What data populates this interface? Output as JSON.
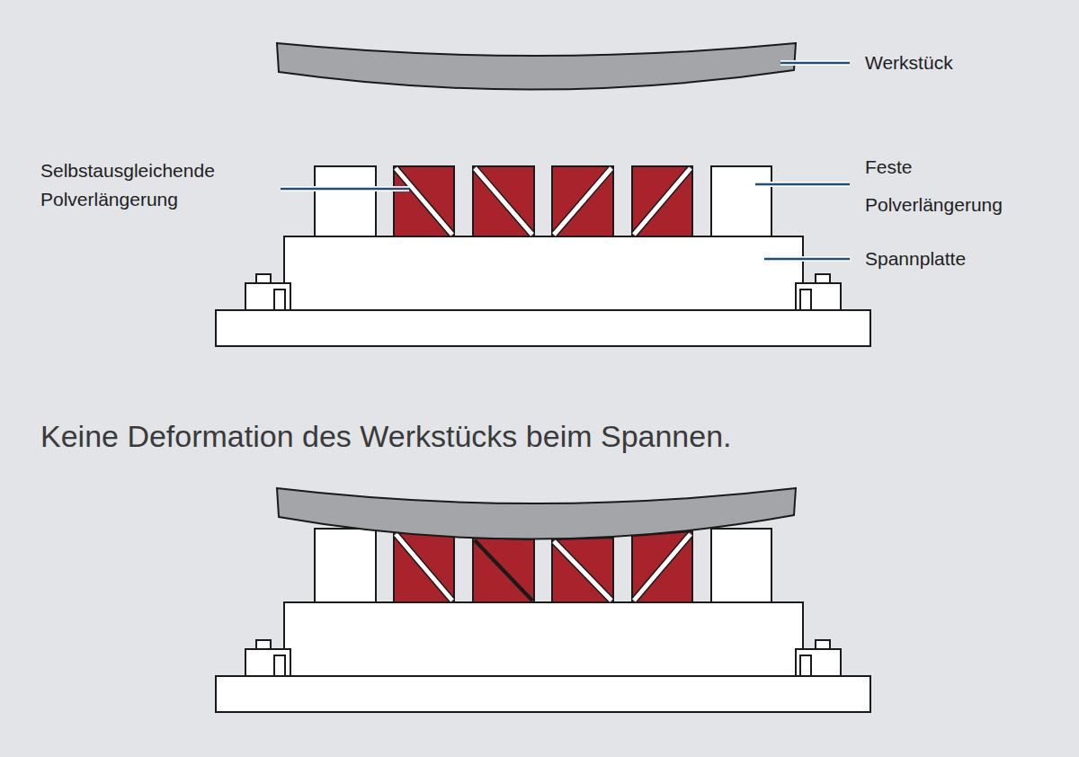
{
  "diagram": {
    "caption": "Keine Deformation des Werkstücks beim Spannen.",
    "labels": [
      "Werkstück",
      "Selbstausgleichende Polverlängerung",
      "Feste Polverlängerung",
      "Spannplatte"
    ]
  }
}
